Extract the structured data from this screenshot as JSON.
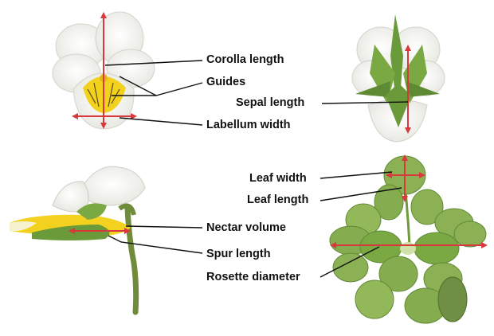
{
  "labels": {
    "corolla_length": "Corolla length",
    "guides": "Guides",
    "sepal_length": "Sepal length",
    "labellum_width": "Labellum width",
    "leaf_width": "Leaf width",
    "leaf_length": "Leaf length",
    "nectar_volume": "Nectar volume",
    "spur_length": "Spur length",
    "rosette_diameter": "Rosette diameter"
  },
  "colors": {
    "arrow": "#d9383c",
    "leader": "#111111",
    "petal": "#f3f3ef",
    "yellow": "#f2d21e",
    "sepal_green": "#6a9a3a",
    "leaf_green": "#8cb155",
    "leaf_dark": "#5f8a34",
    "stem": "#6f8c3a"
  }
}
